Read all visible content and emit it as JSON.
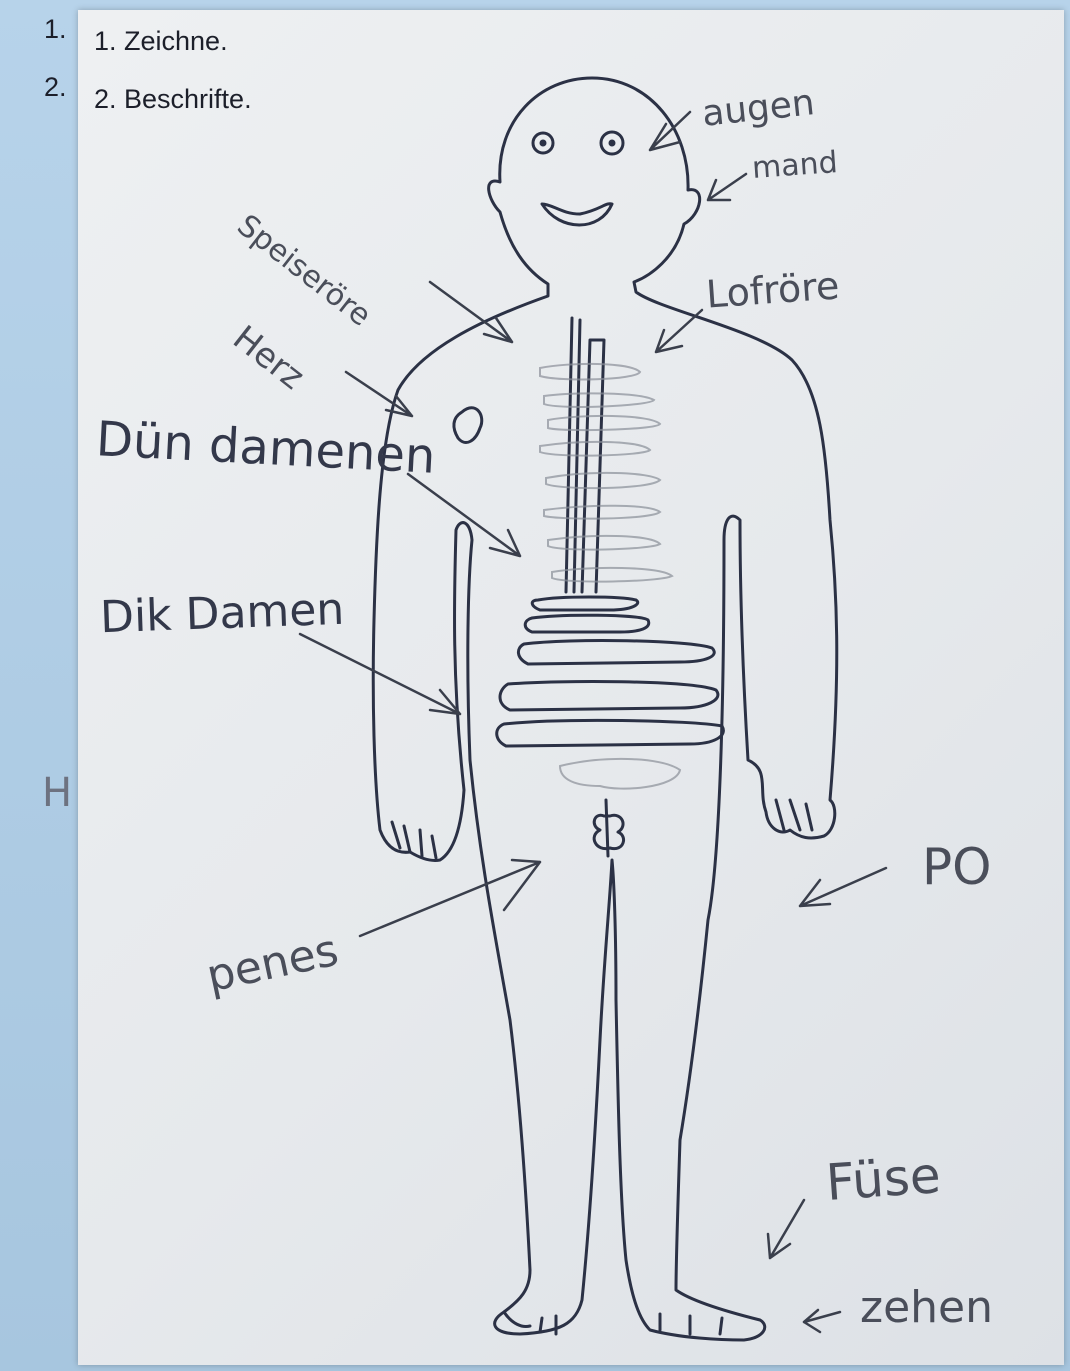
{
  "worksheet": {
    "margin_numbers": [
      "1.",
      "2."
    ],
    "instructions": [
      "1. Zeichne.",
      "2. Beschrifte."
    ]
  },
  "labels": {
    "augen": "augen",
    "mund": "mand",
    "speiseroehre": "Speiseröre",
    "luftroehre": "Lofröre",
    "herz": "Herz",
    "duenndarm": "Dün damenen",
    "dickdarm": "Dik Damen",
    "penis": "penes",
    "po": "PO",
    "fuesse": "Füse",
    "zehen": "zehen"
  },
  "margin_mark": "H",
  "colors": {
    "background": "#a9c8e2",
    "paper": "#eaedf0",
    "ink_outline": "#2b3145",
    "pencil": "#555a66"
  }
}
